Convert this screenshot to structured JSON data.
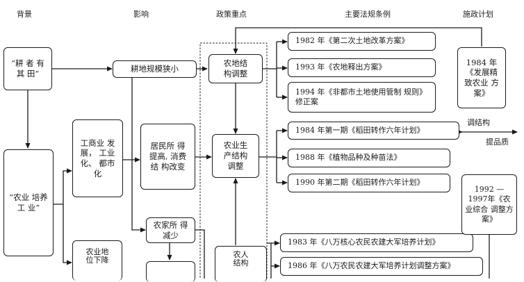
{
  "headers": {
    "background": "背景",
    "impact": "影响",
    "policy_focus": "政策重点",
    "main_laws": "主要法规条例",
    "plan": "施政计划"
  },
  "boxes": {
    "land_to_tiller": "“耕 者 有其 田”",
    "agri_nurture_industry": "“农业 培养工 业”",
    "industrialization": "工商业 发展， 工业化、 都市化",
    "agri_status_decline": "农业地 位下降",
    "farmland_shrink": "耕地规模狭小",
    "income_up": "居民所 得提高, 消费结 构改变",
    "farm_income_down": "农家所 得减少",
    "farmland_structure": "农地结 构调整",
    "production_structure": "农业生 产结构 调整",
    "farmer_structure": "农人 结构",
    "plan_1984": "1984 年 《发展精 致农业 方案》",
    "plan_1992": "1992 — 1997年《农 业综合 调整方 案》"
  },
  "laws": {
    "law_1982": "1982 年《第二次土地改革方案》",
    "law_1993": "1993 年《农地释出方案》",
    "law_1994": "1994 年《非都市土地使用管制 规则》修正案",
    "law_1984": "1984 年第一期《稻田转作六年计划》",
    "law_1988": "1988 年《植物品种及种苗法》",
    "law_1990": "1990 年第二期《稻田转作六年计划》",
    "law_1983": "1983 年《八万核心农民农建大军培养计划》",
    "law_1986": "1986 年《八万农民农建大军培养计划调整方案》"
  },
  "side_labels": {
    "adjust_structure": "调结构",
    "improve_quality": "提品质"
  }
}
